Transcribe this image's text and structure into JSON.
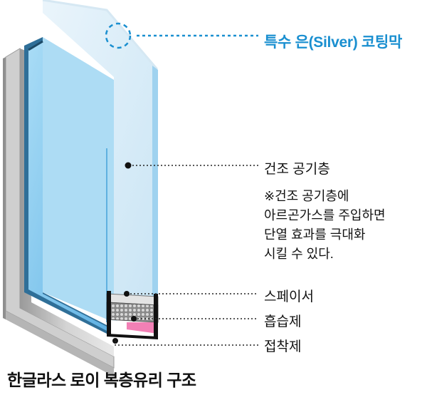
{
  "diagram": {
    "title": "한글라스 로이 복층유리 구조",
    "labels": {
      "coating": "특수 은(Silver) 코팅막",
      "air_layer": "건조 공기층",
      "spacer": "스페이서",
      "desiccant": "흡습제",
      "adhesive": "접착제"
    },
    "note": [
      "※건조 공기층에",
      "아르곤가스를 주입하면",
      "단열 효과를 극대화",
      "시킬 수 있다."
    ],
    "colors": {
      "coating_accent": "#1a8fd0",
      "glass_blue": "#8ecdf0",
      "frame_grey": "#c9c9c9",
      "leader_line": "#222222",
      "adhesive_pink": "#f06aa8"
    }
  }
}
